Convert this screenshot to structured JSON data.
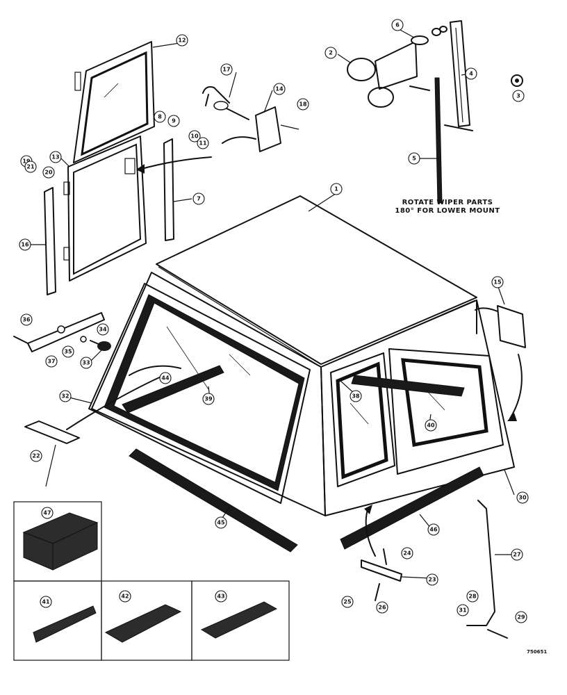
{
  "note_line1": "ROTATE WIPER PARTS",
  "note_line2": "180° FOR LOWER MOUNT",
  "figure_number": "750651",
  "callouts": [
    "1",
    "2",
    "3",
    "4",
    "5",
    "6",
    "7",
    "8",
    "9",
    "10",
    "11",
    "12",
    "13",
    "14",
    "15",
    "16",
    "17",
    "18",
    "19",
    "20",
    "21",
    "22",
    "23",
    "24",
    "25",
    "26",
    "27",
    "28",
    "29",
    "30",
    "31",
    "32",
    "33",
    "34",
    "35",
    "36",
    "37",
    "38",
    "39",
    "40",
    "41",
    "42",
    "43",
    "44",
    "45",
    "46",
    "47"
  ]
}
